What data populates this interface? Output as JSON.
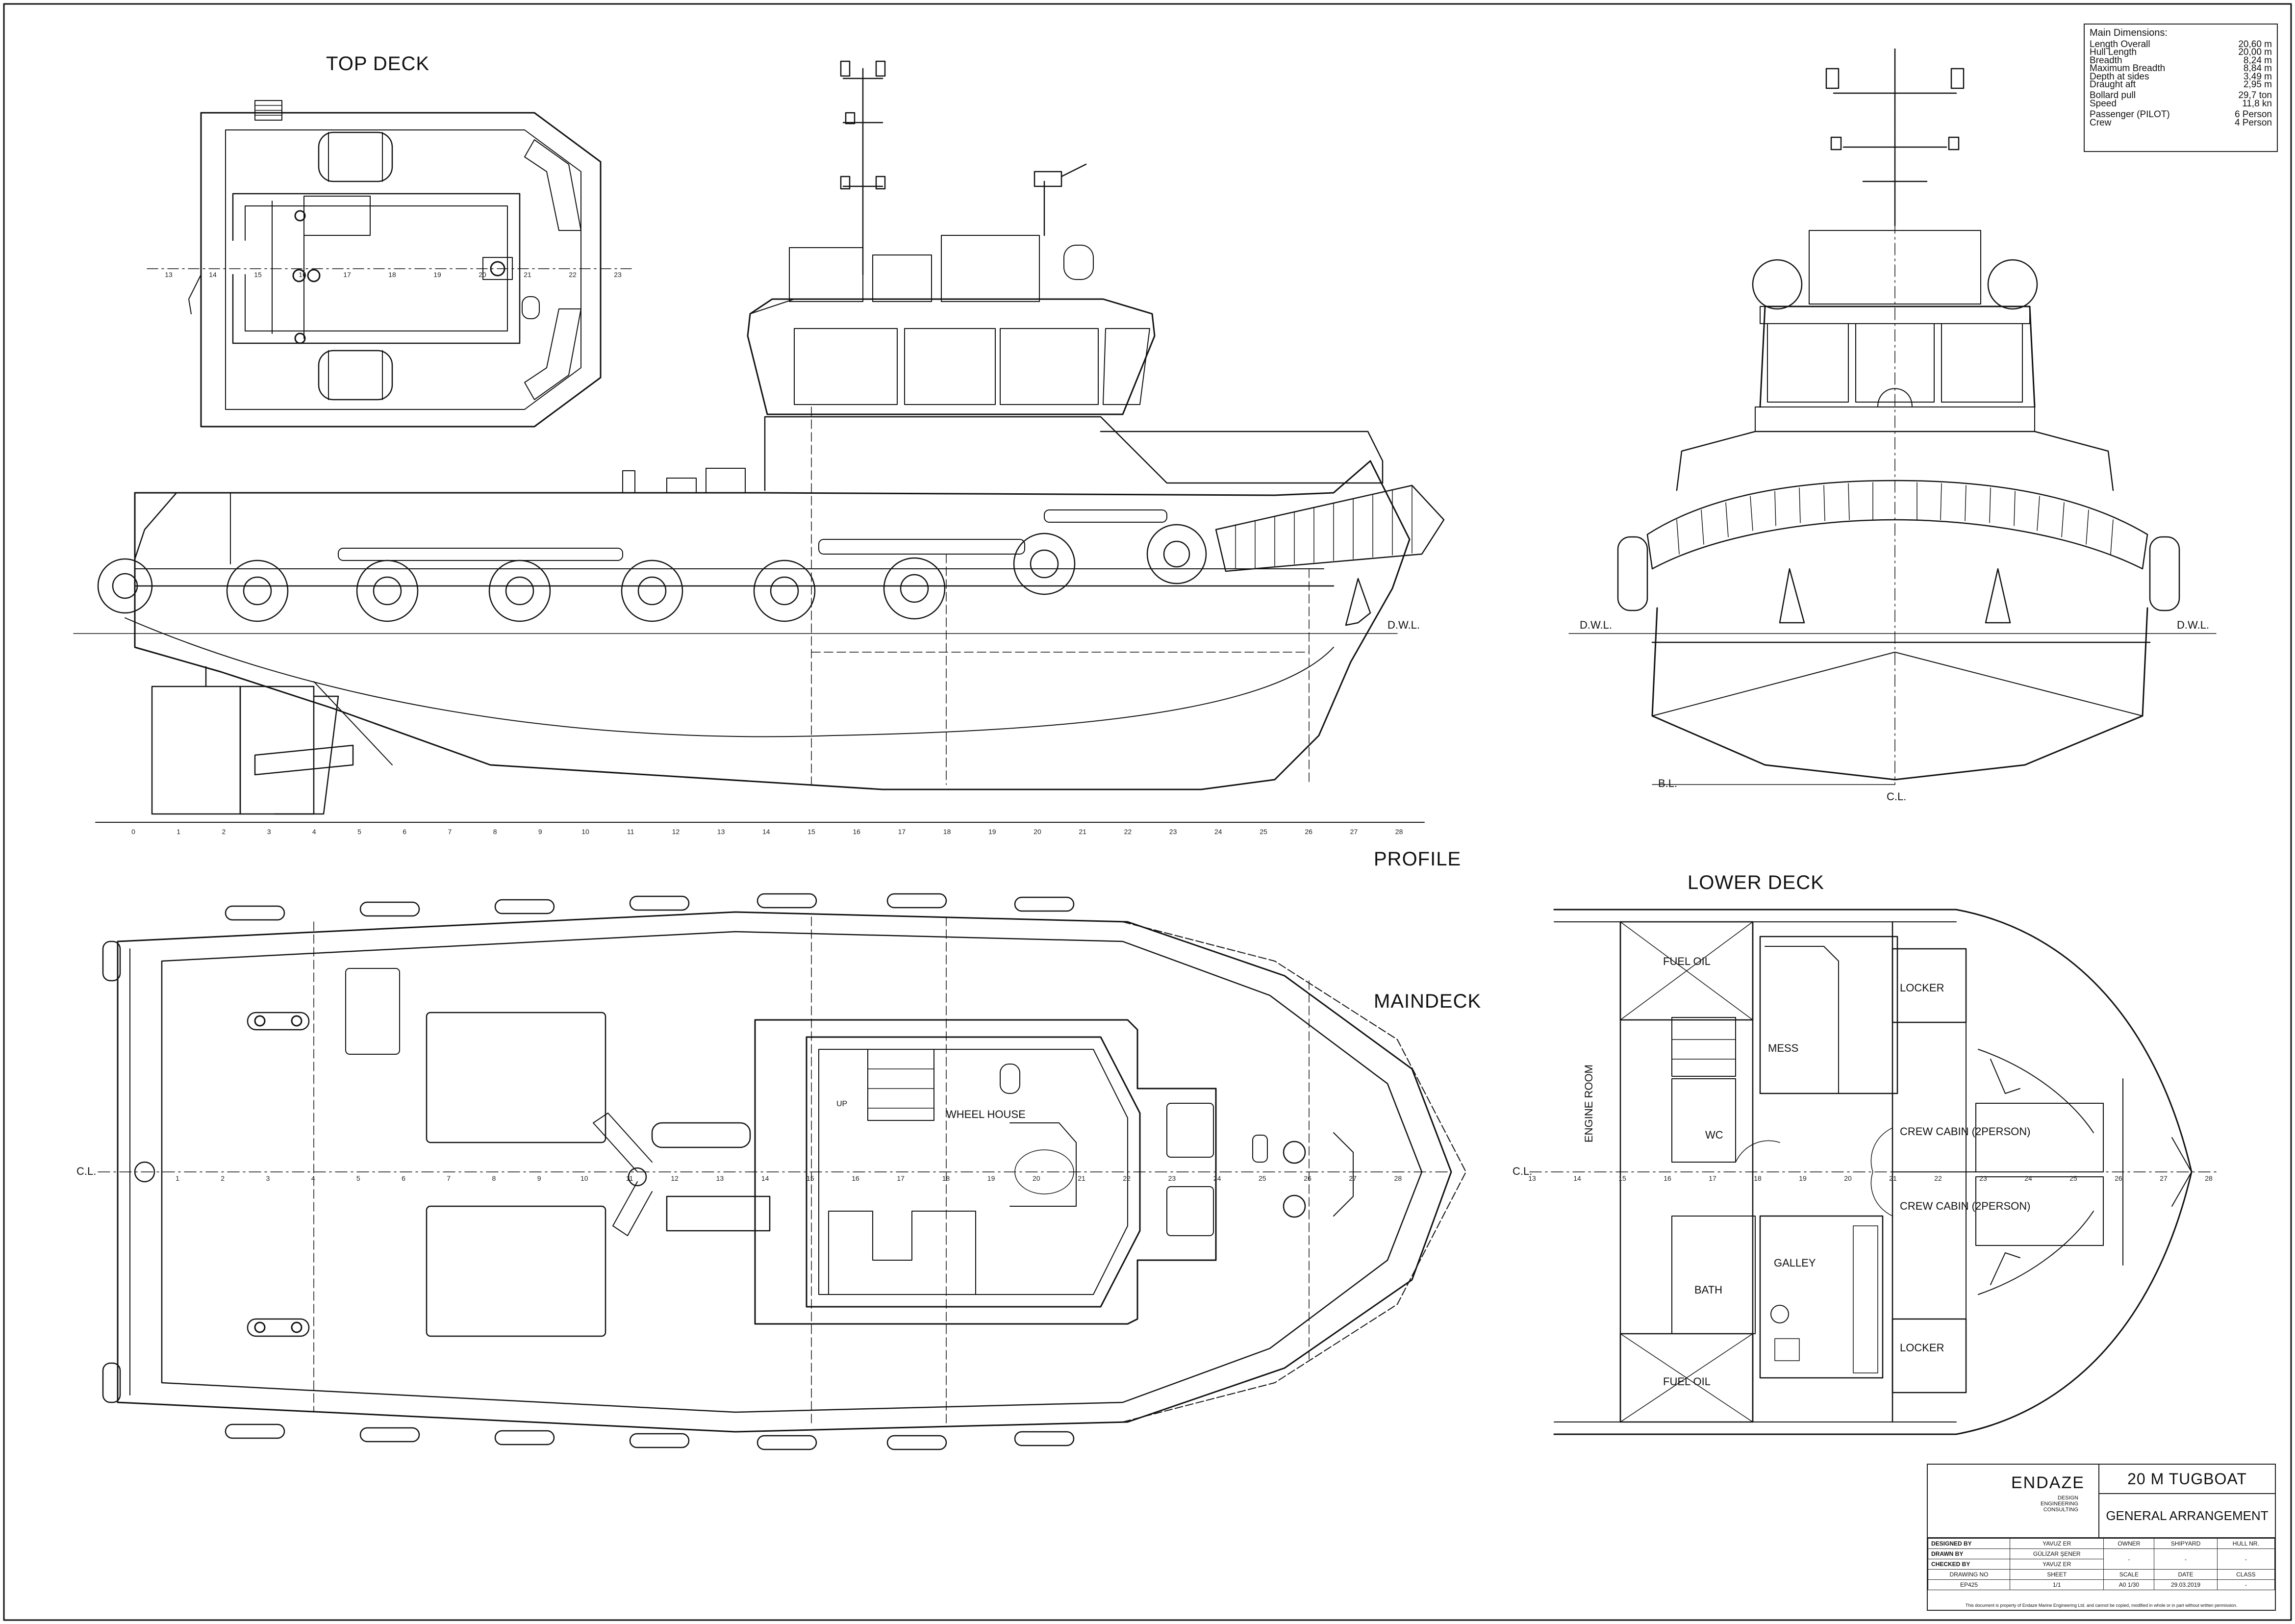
{
  "views": {
    "top_deck": "TOP DECK",
    "profile": "PROFILE",
    "maindeck": "MAINDECK",
    "lower_deck": "LOWER DECK"
  },
  "profile_labels": {
    "dwl": "D.W.L.",
    "stations": [
      "0",
      "1",
      "2",
      "3",
      "4",
      "5",
      "6",
      "7",
      "8",
      "9",
      "10",
      "11",
      "12",
      "13",
      "14",
      "15",
      "16",
      "17",
      "18",
      "19",
      "20",
      "21",
      "22",
      "23",
      "24",
      "25",
      "26",
      "27",
      "28"
    ]
  },
  "front_labels": {
    "dwl_left": "D.W.L.",
    "dwl_right": "D.W.L.",
    "bl": "B.L.",
    "cl": "C.L."
  },
  "top_deck_stations": [
    "13",
    "14",
    "15",
    "16",
    "17",
    "18",
    "19",
    "20",
    "21",
    "22",
    "23"
  ],
  "maindeck_labels": {
    "cl": "C.L.",
    "wheel_house": "WHEEL HOUSE",
    "up": "UP",
    "stations": [
      "1",
      "2",
      "3",
      "4",
      "5",
      "6",
      "7",
      "8",
      "9",
      "10",
      "11",
      "12",
      "13",
      "14",
      "15",
      "16",
      "17",
      "18",
      "19",
      "20",
      "21",
      "22",
      "23",
      "24",
      "25",
      "26",
      "27",
      "28"
    ]
  },
  "lower_deck_labels": {
    "cl": "C.L.",
    "fuel_oil_top": "FUEL OIL",
    "fuel_oil_bottom": "FUEL OIL",
    "engine_room": "ENGINE ROOM",
    "mess": "MESS",
    "wc": "WC",
    "bath": "BATH",
    "galley": "GALLEY",
    "locker_top": "LOCKER",
    "locker_bottom": "LOCKER",
    "crew_cabin_top": "CREW CABIN (2PERSON)",
    "crew_cabin_bottom": "CREW CABIN (2PERSON)",
    "stations": [
      "13",
      "14",
      "15",
      "16",
      "17",
      "18",
      "19",
      "20",
      "21",
      "22",
      "23",
      "24",
      "25",
      "26",
      "27",
      "28"
    ]
  },
  "main_dimensions": {
    "title": "Main Dimensions:",
    "rows": [
      {
        "label": "Length Overall",
        "value": "20,60 m"
      },
      {
        "label": "Hull Length",
        "value": "20,00 m"
      },
      {
        "label": "Breadth",
        "value": "8,24 m"
      },
      {
        "label": "Maximum Breadth",
        "value": "8,84 m"
      },
      {
        "label": "Depth at sides",
        "value": "3,49 m"
      },
      {
        "label": "Draught aft",
        "value": "2,95 m"
      },
      {
        "label": "Bollard pull",
        "value": "29,7 ton"
      },
      {
        "label": "Speed",
        "value": "11,8 kn"
      },
      {
        "label": "Passenger (PILOT)",
        "value": "6 Person"
      },
      {
        "label": "Crew",
        "value": "4 Person"
      }
    ]
  },
  "title_block": {
    "brand": "ENDAZE",
    "brand_sub": [
      "DESIGN",
      "ENGINEERING",
      "CONSULTING"
    ],
    "project": "20 M TUGBOAT",
    "drawing_title": "GENERAL ARRANGEMENT",
    "designed_by_label": "DESIGNED BY",
    "designed_by": "YAVUZ ER",
    "drawn_by_label": "DRAWN BY",
    "drawn_by": "GÜLİZAR ŞENER",
    "checked_by_label": "CHECKED BY",
    "checked_by": "YAVUZ ER",
    "owner_label": "OWNER",
    "owner": "-",
    "shipyard_label": "SHIPYARD",
    "shipyard": "-",
    "hull_label": "HULL NR.",
    "hull": "-",
    "drawing_no_label": "DRAWING NO",
    "drawing_no": "EP425",
    "sheet_label": "SHEET",
    "sheet": "1/1",
    "scale_label": "SCALE",
    "scale": "A0 1/30",
    "date_label": "DATE",
    "date": "29.03.2019",
    "class_label": "CLASS",
    "class": "-",
    "footnote": "This document is property of Endaze Marine Engineering Ltd. and cannot be copied, modified in whole or in part without written permission."
  }
}
